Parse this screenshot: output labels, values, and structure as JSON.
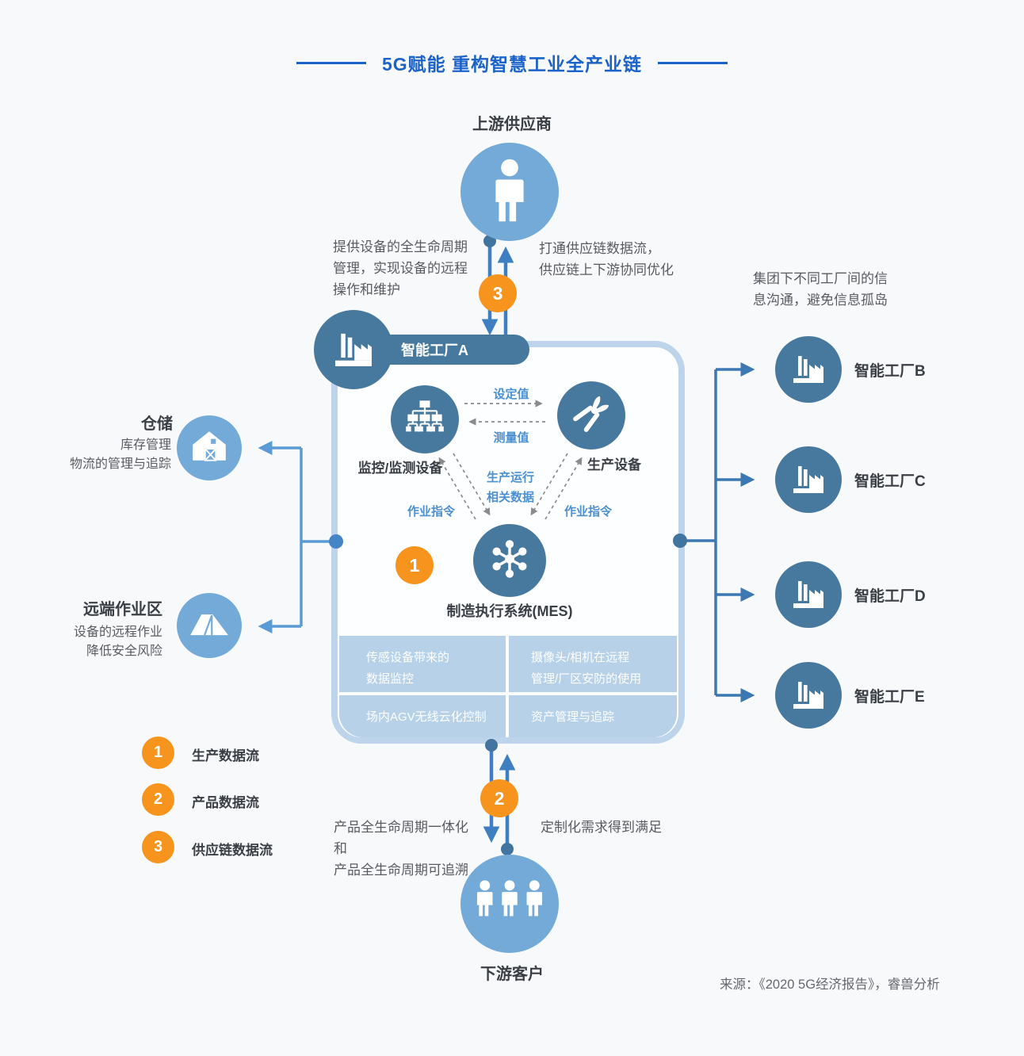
{
  "colors": {
    "accent_blue": "#1c63c9",
    "steel_circle": "#47799f",
    "light_circle": "#74aad8",
    "pale_cell": "#b7d1e9",
    "orange": "#f7941e",
    "arrow_blue": "#4a8fd0",
    "label_blue": "#4a90d2",
    "dark_text": "#3a3e45",
    "gray_text": "#585b61"
  },
  "title": {
    "text": "5G赋能 重构智慧工业全产业链"
  },
  "upstream": {
    "label": "上游供应商"
  },
  "downstream": {
    "label": "下游客户"
  },
  "flow3": {
    "badge": "3",
    "left_note": {
      "line1": "提供设备的全生命周期",
      "line2": "管理，实现设备的远程",
      "line3": "操作和维护"
    },
    "right_note": {
      "line1": "打通供应链数据流，",
      "line2": "供应链上下游协同优化"
    }
  },
  "flow2": {
    "badge": "2",
    "left_note": {
      "line1": "产品全生命周期一体化和",
      "line2": "产品全生命周期可追溯"
    },
    "right_note": "定制化需求得到满足"
  },
  "factory_a": {
    "label": "智能工厂A",
    "monitor_label": "监控/监测设备",
    "production_label": "生产设备",
    "set_value": "设定值",
    "measured_value": "测量值",
    "run_data": {
      "line1": "生产运行",
      "line2": "相关数据"
    },
    "job_order_left": "作业指令",
    "job_order_right": "作业指令",
    "mes_label": "制造执行系统(MES)",
    "badge": "1",
    "cells": {
      "c1": {
        "line1": "传感设备带来的",
        "line2": "数据监控"
      },
      "c2": {
        "line1": "摄像头/相机在远程",
        "line2": "管理/厂区安防的使用"
      },
      "c3": {
        "line1": "场内AGV无线云化控制"
      },
      "c4": {
        "line1": "资产管理与追踪"
      }
    }
  },
  "warehouse": {
    "title": "仓储",
    "sub1": "库存管理",
    "sub2": "物流的管理与追踪"
  },
  "remote_area": {
    "title": "远端作业区",
    "sub1": "设备的远程作业",
    "sub2": "降低安全风险"
  },
  "group_note": {
    "line1": "集团下不同工厂间的信",
    "line2": "息沟通，避免信息孤岛"
  },
  "factories": {
    "b": "智能工厂B",
    "c": "智能工厂C",
    "d": "智能工厂D",
    "e": "智能工厂E"
  },
  "legend": {
    "item1": {
      "num": "1",
      "label": "生产数据流"
    },
    "item2": {
      "num": "2",
      "label": "产品数据流"
    },
    "item3": {
      "num": "3",
      "label": "供应链数据流"
    }
  },
  "source": {
    "text": "来源：《2020 5G经济报告》，睿兽分析"
  }
}
